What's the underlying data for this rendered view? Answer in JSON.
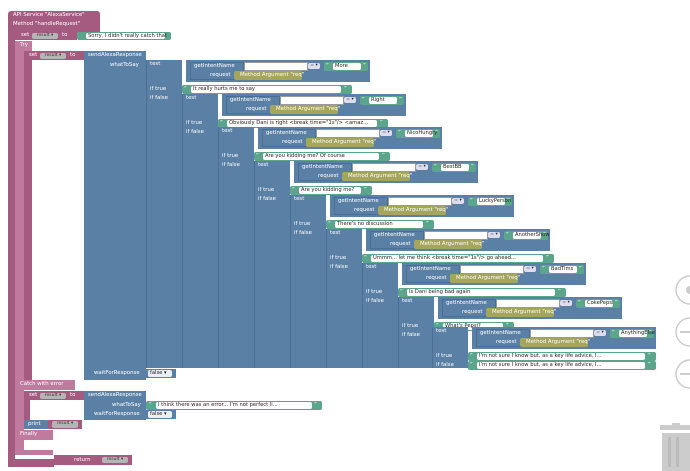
{
  "api": {
    "title": "API Service \"AlexaService\"",
    "method": "Method \"handleRequest\""
  },
  "kw": {
    "set": "set",
    "to": "to",
    "try": "Try",
    "catch": "Catch with error",
    "finally": "Finally",
    "return": "return",
    "print": "print",
    "send": "sendAlexaResponse",
    "what": "whatToSay",
    "wait": "waitForResponse",
    "test": "test",
    "iftrue": "if true",
    "iffalse": "if false",
    "getint": "getIntentName",
    "request": "request",
    "methodarg": "Method Argument \"req\"",
    "eq": "= ▾",
    "varname": "result ▾",
    "falsev": "false ▾",
    "q": "“",
    "qc": "”"
  },
  "strings": {
    "sorry": "Sorry, I didn't really catch that",
    "hurts": "It really hurts me to say",
    "obvious": "Obviously Dani is right <break time=\"1s\"/> <amaz...",
    "kidding": "Are you kidding me? Of course",
    "kidding2": "Are you kidding me?",
    "nodisc": "There's no discussion",
    "ummm": "Ummm... let me think <break time=\"1s\"/> go ahead...",
    "danibad": "Is Dani being bad again",
    "whatpepsi": "What's Pepsi?",
    "notsure1": "I'm not sure I know but, as a key life advice, I...",
    "notsure2": "I'm not sure I know but, as a key life advice, I...",
    "error": "I think there was an error... I'm not perfect li..."
  },
  "intents": [
    "More",
    "Right",
    "NicoHungry",
    "BestBB",
    "LuckyPerson",
    "AnotherShow",
    "BadTims",
    "CokePepsi",
    "AnythingElse"
  ]
}
